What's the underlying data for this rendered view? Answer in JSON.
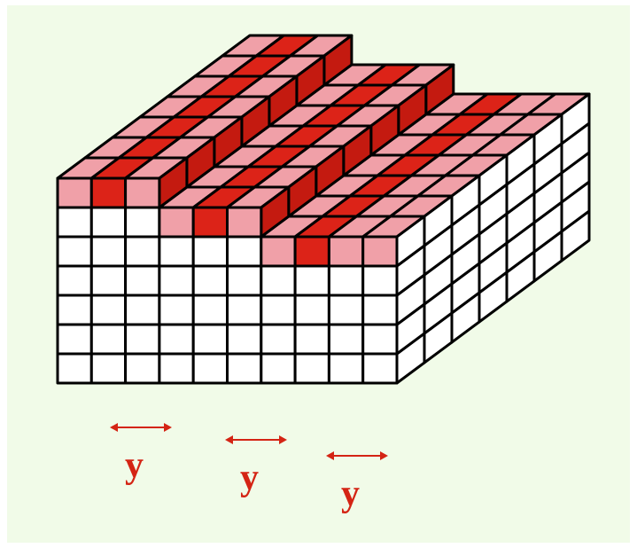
{
  "colors": {
    "background": "#f1fbe8",
    "top_light": "#f0a0a8",
    "top_dark": "#dc2318",
    "riser_dark": "#c41a10",
    "side_white": "#ffffff",
    "edge": "#000000",
    "annotation": "#d42414"
  },
  "crystal": {
    "front_columns": 10,
    "depth_rows": 7,
    "terrace_widths": [
      3,
      3,
      4
    ],
    "dark_column_per_terrace": 1,
    "base_layers": 5,
    "top_terrace_extra_layers": 2,
    "middle_terrace_extra_layers": 1
  },
  "annotations": [
    {
      "arrow": "double-headed",
      "label": "y"
    },
    {
      "arrow": "double-headed",
      "label": "y"
    },
    {
      "arrow": "double-headed",
      "label": "y"
    }
  ]
}
